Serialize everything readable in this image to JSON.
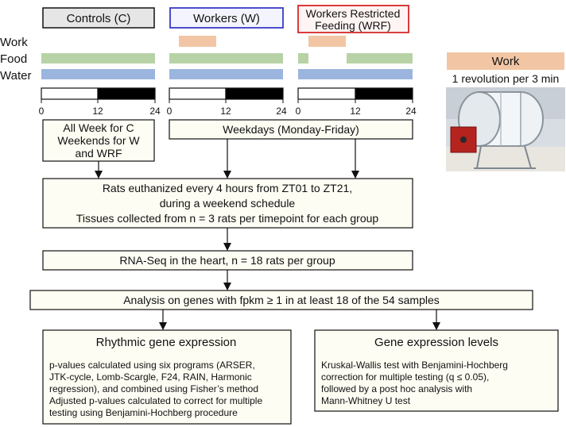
{
  "colors": {
    "controls_bg": "#e6e6e6",
    "workers_border": "#3a3ac8",
    "workers_bg": "#f4f4ff",
    "wrf_border": "#d62828",
    "wrf_bg": "#fff4f4",
    "work_bar": "#f2c6a4",
    "food_bar": "#b7d3a6",
    "water_bar": "#9bb5de",
    "box_fill": "#fdfdf3",
    "dark_phase": "#000000"
  },
  "groups": {
    "controls": "Controls (C)",
    "workers": "Workers (W)",
    "wrf_line1": "Workers Restricted",
    "wrf_line2": "Feeding (WRF)"
  },
  "rows": {
    "work": "Work",
    "food": "Food",
    "water": "Water"
  },
  "ticks": [
    "0",
    "12",
    "24"
  ],
  "photo": {
    "title": "Work",
    "caption": "1 revolution per 3 min"
  },
  "schedule": {
    "all_week_line1": "All Week for C",
    "all_week_line2": "Weekends for W",
    "all_week_line3": "and WRF",
    "weekdays": "Weekdays (Monday-Friday)"
  },
  "euthanasia": {
    "line1": "Rats euthanized every 4 hours from ZT01 to ZT21,",
    "line2": "during a weekend schedule",
    "line3": "Tissues collected from n = 3 rats per timepoint for each group"
  },
  "rnaseq": "RNA-Seq in the heart,  n = 18 rats per group",
  "analysis": "Analysis on genes with fpkm ≥ 1 in at least 18 of the 54 samples",
  "rhythmic": {
    "title": "Rhythmic gene expression",
    "line1": "p-values calculated using six programs (ARSER,",
    "line2": "JTK-cycle, Lomb-Scargle, F24, RAIN, Harmonic",
    "line3": "regression), and combined using Fisher’s method",
    "line4": "Adjusted p-values calculated to correct for multiple",
    "line5": "testing using Benjamini-Hochberg procedure"
  },
  "levels": {
    "title": "Gene expression levels",
    "line1": "Kruskal-Wallis test with Benjamini-Hochberg",
    "line2": "correction for multiple testing (q ≤ 0.05),",
    "line3": "followed by a post hoc analysis with",
    "line4": "Mann-Whitney U test"
  }
}
